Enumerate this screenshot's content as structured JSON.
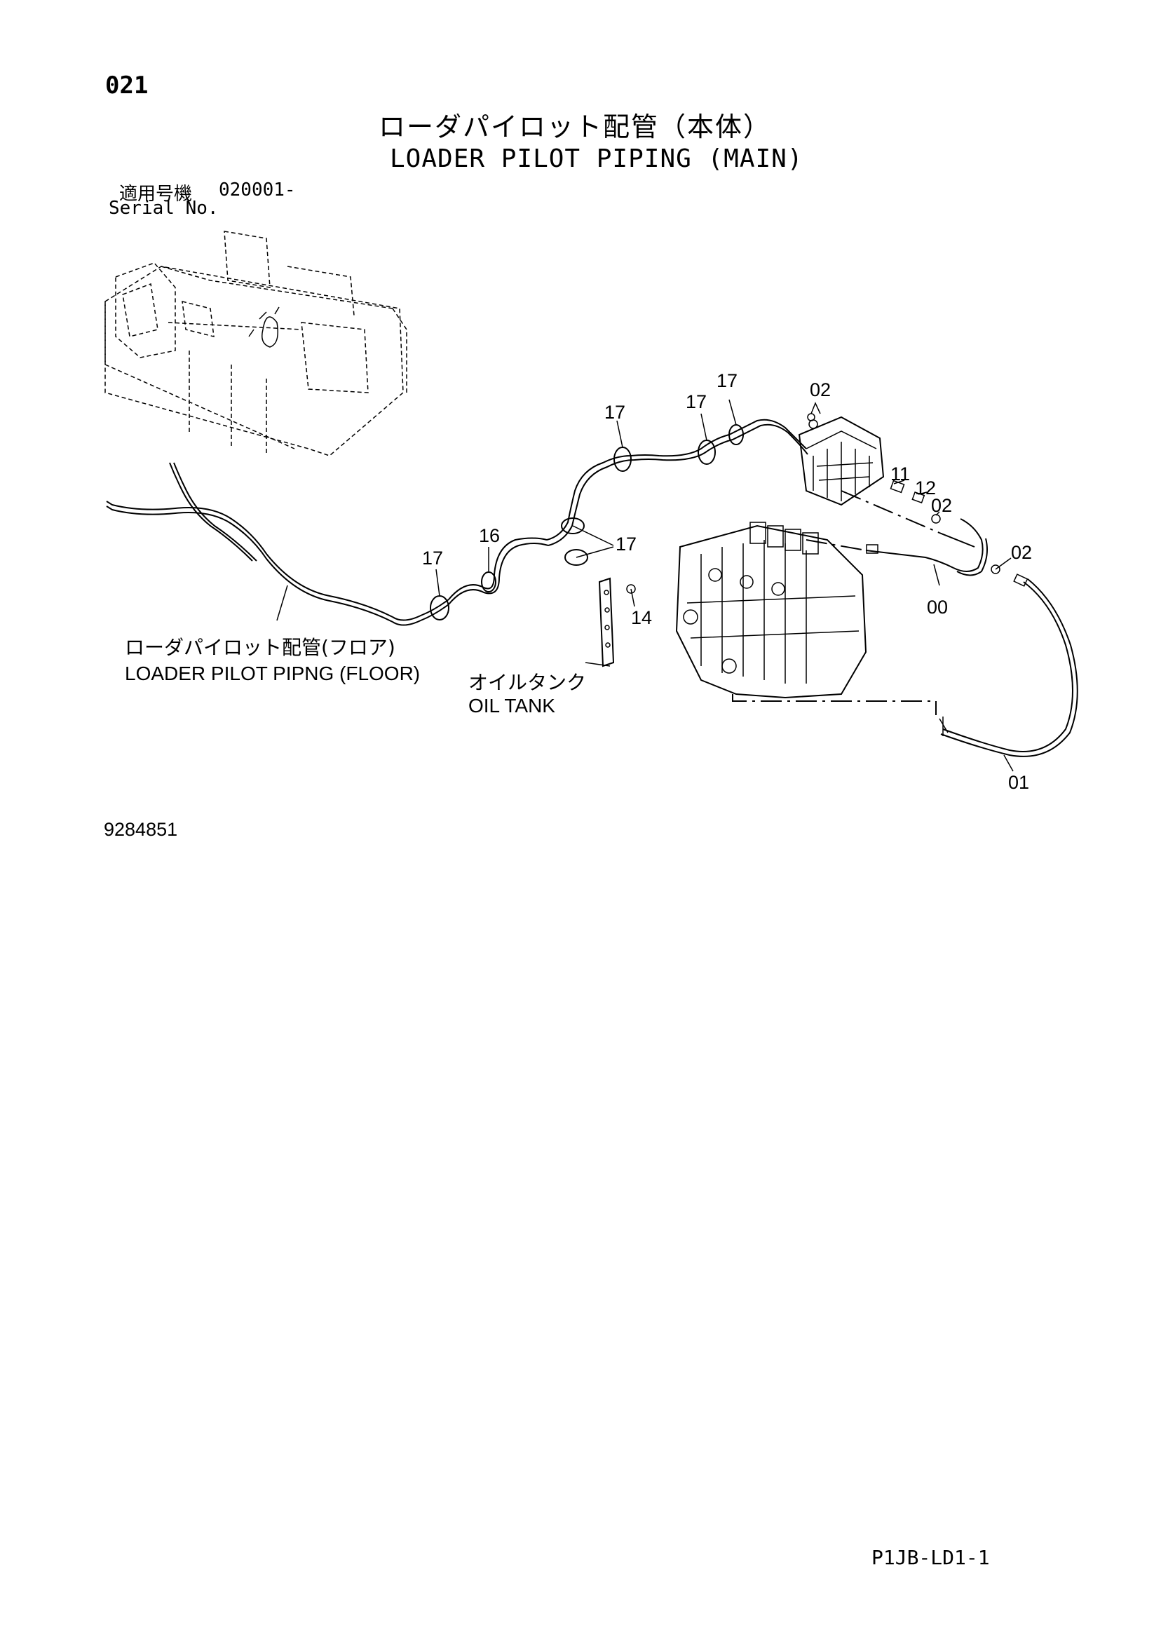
{
  "header": {
    "page_number": "021",
    "title_jp": "ローダパイロット配管（本体）",
    "title_en": "LOADER PILOT PIPING (MAIN)",
    "serial_label_jp": "適用号機",
    "serial_value": "020001-",
    "serial_label_en": "Serial No."
  },
  "callouts": {
    "c00": "00",
    "c01": "01",
    "c02a": "02",
    "c02b": "02",
    "c02c": "02",
    "c11": "11",
    "c12": "12",
    "c14": "14",
    "c16": "16",
    "c17a": "17",
    "c17b": "17",
    "c17c": "17",
    "c17d": "17",
    "c17e": "17"
  },
  "labels": {
    "floor_piping_jp": "ローダパイロット配管(フロア)",
    "floor_piping_en": "LOADER PILOT PIPNG (FLOOR)",
    "oil_tank_jp": "オイルタンク",
    "oil_tank_en": "OIL TANK"
  },
  "footer": {
    "drawing_number": "9284851",
    "sheet_code": "P1JB-LD1-1"
  }
}
